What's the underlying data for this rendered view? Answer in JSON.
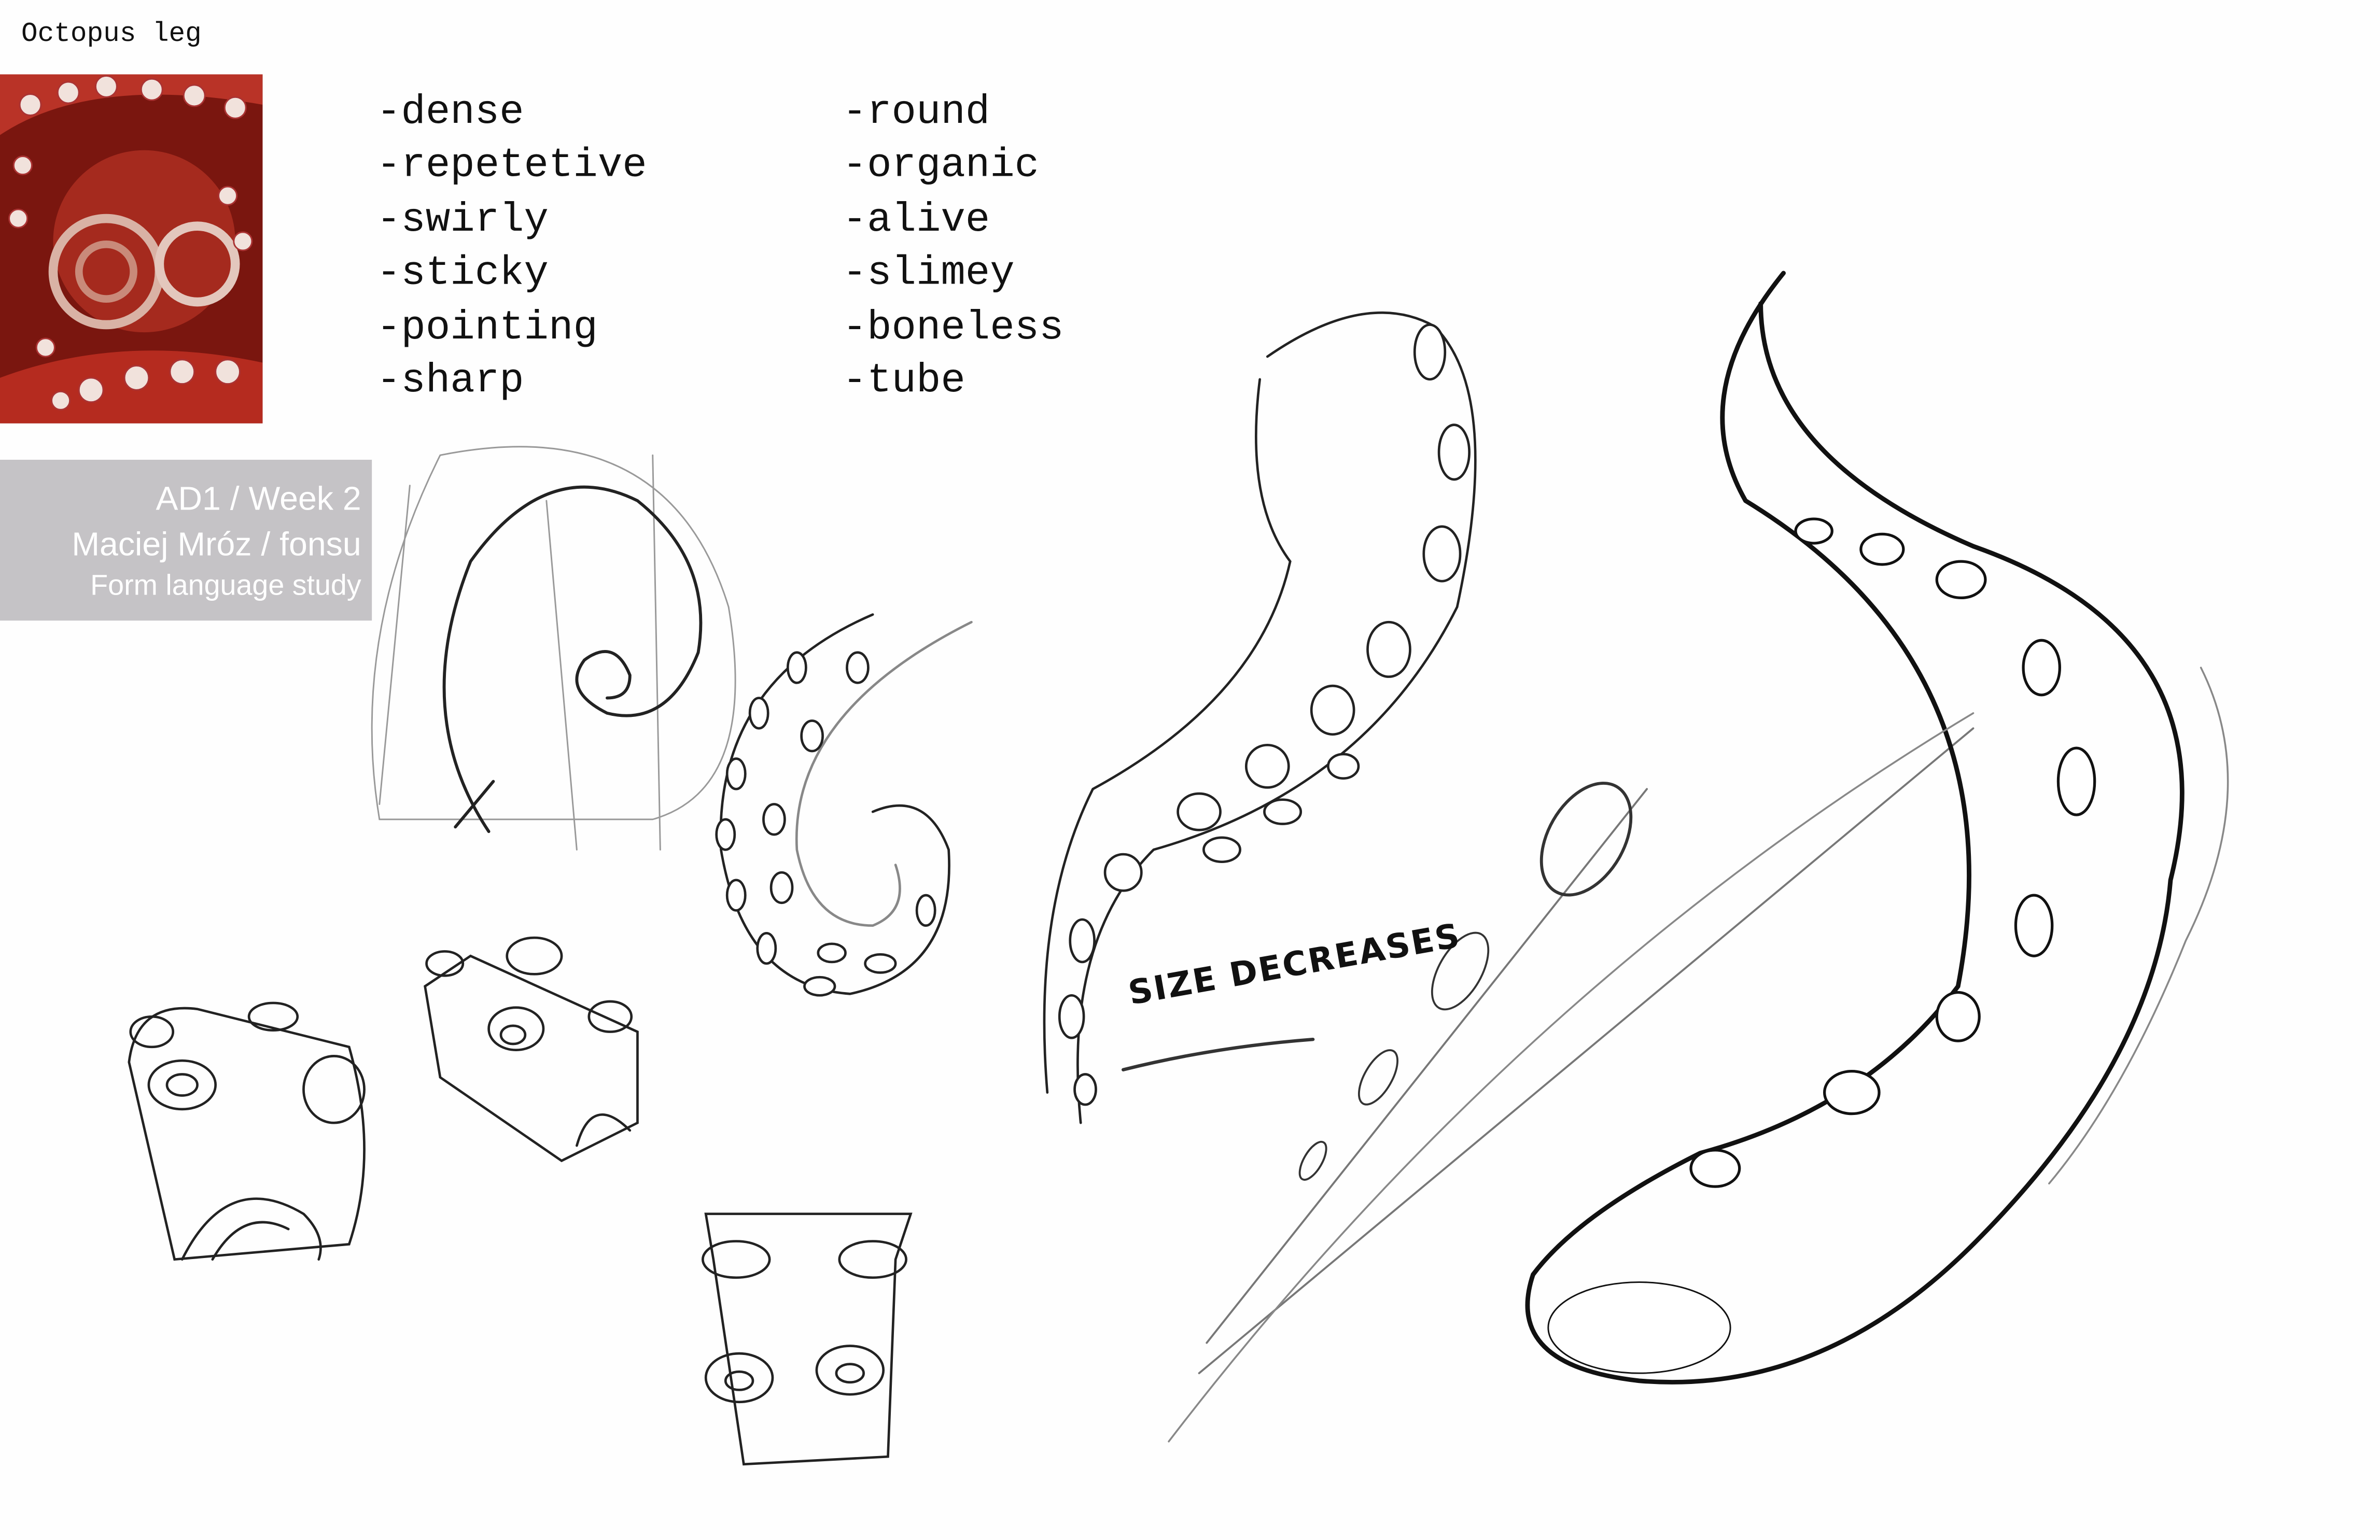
{
  "title": "Octopus leg",
  "keywords_left": [
    "-dense",
    "-repetetive",
    "-swirly",
    "-sticky",
    "-pointing",
    "-sharp"
  ],
  "keywords_right": [
    "-round",
    "-organic",
    "-alive",
    "-slimey",
    "-boneless",
    "-tube"
  ],
  "info": {
    "course": "AD1 / Week 2",
    "author": "Maciej Mróz / fonsu",
    "subtitle": "Form language study"
  },
  "annotation": "SIZE DECREASES",
  "colors": {
    "info_box": "#c5c3c6",
    "photo_red": "#8a1a12"
  }
}
